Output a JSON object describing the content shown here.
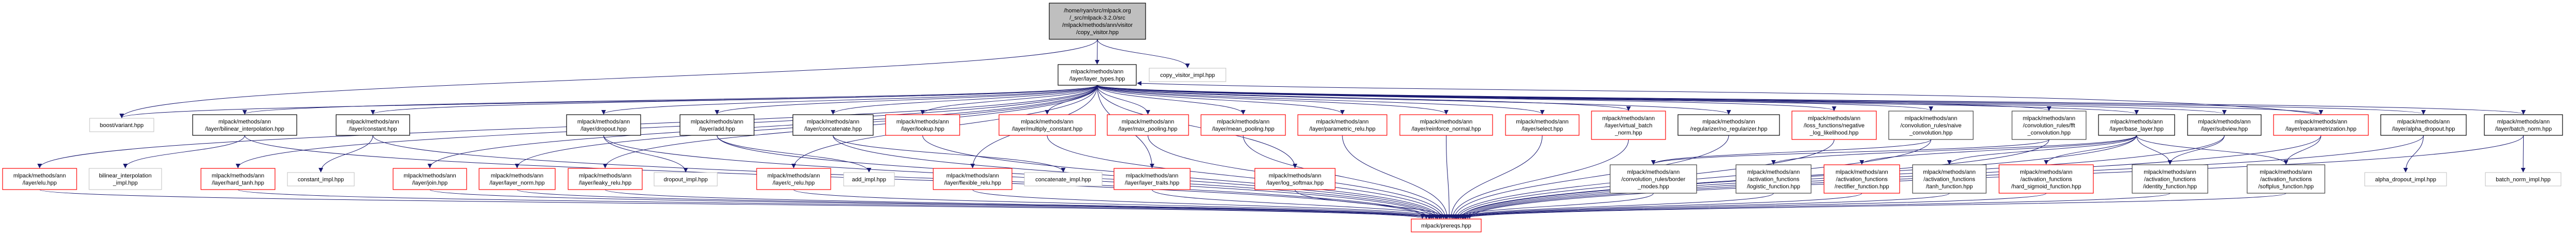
{
  "graph": {
    "edge_color": "#191970",
    "style_colors": {
      "root_fill": "#bfbfbf",
      "root_border": "#000000",
      "red": "#ff0000",
      "black": "#000000",
      "dark": "#404040",
      "gray": "#bfbfbf"
    },
    "nodes": [
      {
        "id": "root",
        "style": "root",
        "lines": [
          "/home/ryan/src/mlpack.org",
          "/_src/mlpack-3.2.0/src",
          "/mlpack/methods/ann/visitor",
          "/copy_visitor.hpp"
        ]
      },
      {
        "id": "layer_types",
        "style": "black",
        "lines": [
          "mlpack/methods/ann",
          "/layer/layer_types.hpp"
        ]
      },
      {
        "id": "copy_visitor_impl",
        "style": "gray",
        "lines": [
          "copy_visitor_impl.hpp"
        ]
      },
      {
        "id": "boost_variant",
        "style": "gray",
        "lines": [
          "boost/variant.hpp"
        ]
      },
      {
        "id": "bilinear",
        "style": "black",
        "lines": [
          "mlpack/methods/ann",
          "/layer/bilinear_interpolation.hpp"
        ]
      },
      {
        "id": "constant",
        "style": "black",
        "lines": [
          "mlpack/methods/ann",
          "/layer/constant.hpp"
        ]
      },
      {
        "id": "dropout",
        "style": "black",
        "lines": [
          "mlpack/methods/ann",
          "/layer/dropout.hpp"
        ]
      },
      {
        "id": "add",
        "style": "black",
        "lines": [
          "mlpack/methods/ann",
          "/layer/add.hpp"
        ]
      },
      {
        "id": "concatenate",
        "style": "black",
        "lines": [
          "mlpack/methods/ann",
          "/layer/concatenate.hpp"
        ]
      },
      {
        "id": "lookup",
        "style": "red",
        "lines": [
          "mlpack/methods/ann",
          "/layer/lookup.hpp"
        ]
      },
      {
        "id": "multiply_constant",
        "style": "red",
        "lines": [
          "mlpack/methods/ann",
          "/layer/multiply_constant.hpp"
        ]
      },
      {
        "id": "max_pooling",
        "style": "red",
        "lines": [
          "mlpack/methods/ann",
          "/layer/max_pooling.hpp"
        ]
      },
      {
        "id": "mean_pooling",
        "style": "red",
        "lines": [
          "mlpack/methods/ann",
          "/layer/mean_pooling.hpp"
        ]
      },
      {
        "id": "parametric_relu",
        "style": "red",
        "lines": [
          "mlpack/methods/ann",
          "/layer/parametric_relu.hpp"
        ]
      },
      {
        "id": "reinforce_normal",
        "style": "red",
        "lines": [
          "mlpack/methods/ann",
          "/layer/reinforce_normal.hpp"
        ]
      },
      {
        "id": "select",
        "style": "red",
        "lines": [
          "mlpack/methods/ann",
          "/layer/select.hpp"
        ]
      },
      {
        "id": "virtual_batch_norm",
        "style": "red",
        "lines": [
          "mlpack/methods/ann",
          "/layer/virtual_batch",
          "_norm.hpp"
        ]
      },
      {
        "id": "no_regularizer",
        "style": "black",
        "lines": [
          "mlpack/methods/ann",
          "/regularizer/no_regularizer.hpp"
        ]
      },
      {
        "id": "nll",
        "style": "red",
        "lines": [
          "mlpack/methods/ann",
          "/loss_functions/negative",
          "_log_likelihood.hpp"
        ]
      },
      {
        "id": "naive",
        "style": "dark",
        "lines": [
          "mlpack/methods/ann",
          "/convolution_rules/naive",
          "_convolution.hpp"
        ]
      },
      {
        "id": "fft",
        "style": "dark",
        "lines": [
          "mlpack/methods/ann",
          "/convolution_rules/fft",
          "_convolution.hpp"
        ]
      },
      {
        "id": "base_layer",
        "style": "black",
        "lines": [
          "mlpack/methods/ann",
          "/layer/base_layer.hpp"
        ]
      },
      {
        "id": "subview",
        "style": "black",
        "lines": [
          "mlpack/methods/ann",
          "/layer/subview.hpp"
        ]
      },
      {
        "id": "reparam",
        "style": "red",
        "lines": [
          "mlpack/methods/ann",
          "/layer/reparametrization.hpp"
        ]
      },
      {
        "id": "alpha_dropout",
        "style": "black",
        "lines": [
          "mlpack/methods/ann",
          "/layer/alpha_dropout.hpp"
        ]
      },
      {
        "id": "batch_norm",
        "style": "black",
        "lines": [
          "mlpack/methods/ann",
          "/layer/batch_norm.hpp"
        ]
      },
      {
        "id": "elu",
        "style": "red",
        "lines": [
          "mlpack/methods/ann",
          "/layer/elu.hpp"
        ]
      },
      {
        "id": "bilinear_impl",
        "style": "gray",
        "lines": [
          "bilinear_interpolation",
          "_impl.hpp"
        ]
      },
      {
        "id": "hard_tanh",
        "style": "red",
        "lines": [
          "mlpack/methods/ann",
          "/layer/hard_tanh.hpp"
        ]
      },
      {
        "id": "constant_impl",
        "style": "gray",
        "lines": [
          "constant_impl.hpp"
        ]
      },
      {
        "id": "join",
        "style": "red",
        "lines": [
          "mlpack/methods/ann",
          "/layer/join.hpp"
        ]
      },
      {
        "id": "layer_norm",
        "style": "red",
        "lines": [
          "mlpack/methods/ann",
          "/layer/layer_norm.hpp"
        ]
      },
      {
        "id": "leaky_relu",
        "style": "red",
        "lines": [
          "mlpack/methods/ann",
          "/layer/leaky_relu.hpp"
        ]
      },
      {
        "id": "dropout_impl",
        "style": "gray",
        "lines": [
          "dropout_impl.hpp"
        ]
      },
      {
        "id": "c_relu",
        "style": "red",
        "lines": [
          "mlpack/methods/ann",
          "/layer/c_relu.hpp"
        ]
      },
      {
        "id": "add_impl",
        "style": "gray",
        "lines": [
          "add_impl.hpp"
        ]
      },
      {
        "id": "flexible_relu",
        "style": "red",
        "lines": [
          "mlpack/methods/ann",
          "/layer/flexible_relu.hpp"
        ]
      },
      {
        "id": "concatenate_impl",
        "style": "gray",
        "lines": [
          "concatenate_impl.hpp"
        ]
      },
      {
        "id": "layer_traits",
        "style": "red",
        "lines": [
          "mlpack/methods/ann",
          "/layer/layer_traits.hpp"
        ]
      },
      {
        "id": "log_softmax",
        "style": "red",
        "lines": [
          "mlpack/methods/ann",
          "/layer/log_softmax.hpp"
        ]
      },
      {
        "id": "border_modes",
        "style": "dark",
        "lines": [
          "mlpack/methods/ann",
          "/convolution_rules/border",
          "_modes.hpp"
        ]
      },
      {
        "id": "logistic",
        "style": "dark",
        "lines": [
          "mlpack/methods/ann",
          "/activation_functions",
          "/logistic_function.hpp"
        ]
      },
      {
        "id": "rectifier",
        "style": "red",
        "lines": [
          "mlpack/methods/ann",
          "/activation_functions",
          "/rectifier_function.hpp"
        ]
      },
      {
        "id": "tanh",
        "style": "dark",
        "lines": [
          "mlpack/methods/ann",
          "/activation_functions",
          "/tanh_function.hpp"
        ]
      },
      {
        "id": "hard_sigmoid",
        "style": "red",
        "lines": [
          "mlpack/methods/ann",
          "/activation_functions",
          "/hard_sigmoid_function.hpp"
        ]
      },
      {
        "id": "identity",
        "style": "dark",
        "lines": [
          "mlpack/methods/ann",
          "/activation_functions",
          "/identity_function.hpp"
        ]
      },
      {
        "id": "softplus",
        "style": "dark",
        "lines": [
          "mlpack/methods/ann",
          "/activation_functions",
          "/softplus_function.hpp"
        ]
      },
      {
        "id": "alpha_dropout_impl",
        "style": "gray",
        "lines": [
          "alpha_dropout_impl.hpp"
        ]
      },
      {
        "id": "batch_norm_impl",
        "style": "gray",
        "lines": [
          "batch_norm_impl.hpp"
        ]
      },
      {
        "id": "prereqs",
        "style": "red",
        "lines": [
          "mlpack/prereqs.hpp"
        ]
      }
    ],
    "edges": [
      [
        "root",
        "layer_types"
      ],
      [
        "root",
        "copy_visitor_impl"
      ],
      [
        "root",
        "boost_variant"
      ],
      [
        "layer_types",
        "boost_variant"
      ],
      [
        "layer_types",
        "elu"
      ],
      [
        "layer_types",
        "bilinear"
      ],
      [
        "layer_types",
        "hard_tanh"
      ],
      [
        "layer_types",
        "constant"
      ],
      [
        "layer_types",
        "join"
      ],
      [
        "layer_types",
        "layer_norm"
      ],
      [
        "layer_types",
        "leaky_relu"
      ],
      [
        "layer_types",
        "dropout"
      ],
      [
        "layer_types",
        "add"
      ],
      [
        "layer_types",
        "concatenate"
      ],
      [
        "layer_types",
        "lookup"
      ],
      [
        "layer_types",
        "multiply_constant"
      ],
      [
        "layer_types",
        "max_pooling"
      ],
      [
        "layer_types",
        "mean_pooling"
      ],
      [
        "layer_types",
        "parametric_relu"
      ],
      [
        "layer_types",
        "reinforce_normal"
      ],
      [
        "layer_types",
        "select"
      ],
      [
        "layer_types",
        "virtual_batch_norm"
      ],
      [
        "layer_types",
        "no_regularizer"
      ],
      [
        "layer_types",
        "nll"
      ],
      [
        "layer_types",
        "naive"
      ],
      [
        "layer_types",
        "fft"
      ],
      [
        "layer_types",
        "base_layer"
      ],
      [
        "layer_types",
        "subview"
      ],
      [
        "layer_types",
        "reparam"
      ],
      [
        "layer_types",
        "alpha_dropout"
      ],
      [
        "layer_types",
        "batch_norm"
      ],
      [
        "layer_types",
        "c_relu"
      ],
      [
        "layer_types",
        "flexible_relu"
      ],
      [
        "layer_types",
        "layer_traits"
      ],
      [
        "layer_types",
        "log_softmax"
      ],
      [
        "reparam",
        "layer_types"
      ],
      [
        "bilinear",
        "bilinear_impl"
      ],
      [
        "bilinear",
        "prereqs"
      ],
      [
        "constant",
        "constant_impl"
      ],
      [
        "constant",
        "prereqs"
      ],
      [
        "dropout",
        "dropout_impl"
      ],
      [
        "dropout",
        "prereqs"
      ],
      [
        "add",
        "add_impl"
      ],
      [
        "add",
        "prereqs"
      ],
      [
        "concatenate",
        "concatenate_impl"
      ],
      [
        "concatenate",
        "prereqs"
      ],
      [
        "lookup",
        "prereqs"
      ],
      [
        "multiply_constant",
        "prereqs"
      ],
      [
        "max_pooling",
        "prereqs"
      ],
      [
        "mean_pooling",
        "prereqs"
      ],
      [
        "parametric_relu",
        "prereqs"
      ],
      [
        "reinforce_normal",
        "prereqs"
      ],
      [
        "select",
        "prereqs"
      ],
      [
        "virtual_batch_norm",
        "prereqs"
      ],
      [
        "no_regularizer",
        "prereqs"
      ],
      [
        "nll",
        "prereqs"
      ],
      [
        "naive",
        "border_modes"
      ],
      [
        "naive",
        "prereqs"
      ],
      [
        "fft",
        "border_modes"
      ],
      [
        "fft",
        "prereqs"
      ],
      [
        "base_layer",
        "logistic"
      ],
      [
        "base_layer",
        "rectifier"
      ],
      [
        "base_layer",
        "tanh"
      ],
      [
        "base_layer",
        "hard_sigmoid"
      ],
      [
        "base_layer",
        "identity"
      ],
      [
        "base_layer",
        "softplus"
      ],
      [
        "base_layer",
        "prereqs"
      ],
      [
        "subview",
        "identity"
      ],
      [
        "subview",
        "prereqs"
      ],
      [
        "reparam",
        "softplus"
      ],
      [
        "reparam",
        "prereqs"
      ],
      [
        "alpha_dropout",
        "alpha_dropout_impl"
      ],
      [
        "alpha_dropout",
        "prereqs"
      ],
      [
        "batch_norm",
        "batch_norm_impl"
      ],
      [
        "batch_norm",
        "prereqs"
      ],
      [
        "elu",
        "prereqs"
      ],
      [
        "hard_tanh",
        "prereqs"
      ],
      [
        "join",
        "prereqs"
      ],
      [
        "layer_norm",
        "prereqs"
      ],
      [
        "leaky_relu",
        "prereqs"
      ],
      [
        "c_relu",
        "prereqs"
      ],
      [
        "flexible_relu",
        "prereqs"
      ],
      [
        "layer_traits",
        "prereqs"
      ],
      [
        "log_softmax",
        "prereqs"
      ],
      [
        "border_modes",
        "prereqs"
      ],
      [
        "logistic",
        "prereqs"
      ],
      [
        "rectifier",
        "prereqs"
      ],
      [
        "tanh",
        "prereqs"
      ],
      [
        "hard_sigmoid",
        "prereqs"
      ],
      [
        "identity",
        "prereqs"
      ],
      [
        "softplus",
        "prereqs"
      ]
    ]
  }
}
